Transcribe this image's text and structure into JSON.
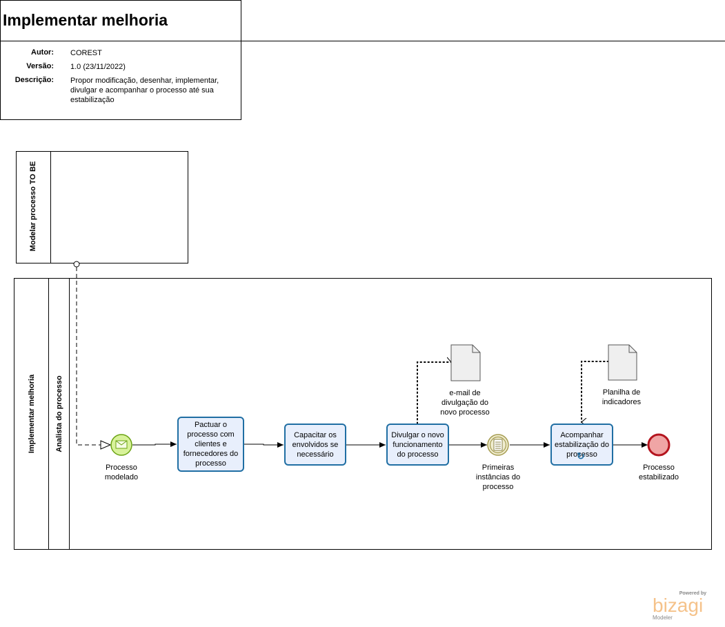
{
  "header": {
    "title": "Implementar melhoria",
    "author_label": "Autor:",
    "author": "COREST",
    "version_label": "Versão:",
    "version": "1.0 (23/11/2022)",
    "description_label": "Descrição:",
    "description": "Propor modificação, desenhar, implementar, divulgar e acompanhar o processo até sua estabilização"
  },
  "pool_tobe": {
    "label": "Modelar processo TO BE"
  },
  "pool_main": {
    "label": "Implementar melhoria",
    "lane": "Analista do processo"
  },
  "events": {
    "start": "Processo modelado",
    "intermediate": "Primeiras instâncias do processo",
    "end": "Processo estabilizado"
  },
  "tasks": {
    "pactuar": "Pactuar o processo com clientes e fornecedores do processo",
    "capacitar": "Capacitar os envolvidos se necessário",
    "divulgar": "Divulgar o novo funcionamento do processo",
    "acompanhar": "Acompanhar estabilização do processo"
  },
  "artifacts": {
    "email": "e-mail de divulgação do novo processo",
    "planilha": "Planilha de indicadores"
  },
  "brand": {
    "powered": "Powered by",
    "name": "bizagi",
    "product": "Modeler"
  },
  "colors": {
    "task_fill": "#e8effc",
    "task_border": "#1f6ea3",
    "start_fill": "#d8f29a",
    "start_border": "#6aa312",
    "intermediate_fill": "#efeccf",
    "intermediate_border": "#a59b4f",
    "end_fill": "#f0a5a5",
    "end_border": "#b4141e",
    "brand": "#f39c34"
  }
}
